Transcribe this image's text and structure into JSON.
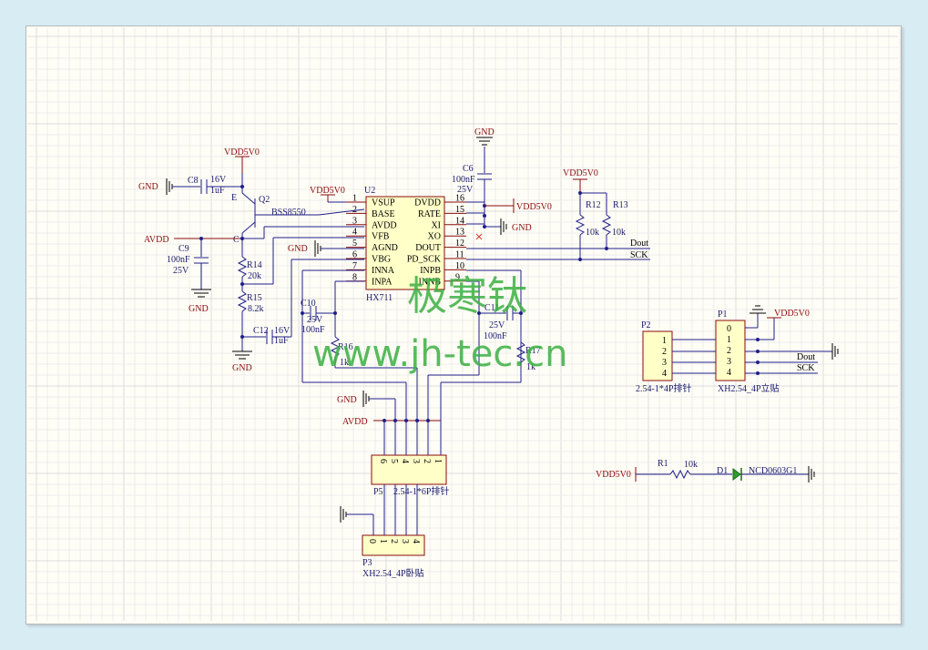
{
  "power": {
    "vdd": "VDD5V0",
    "gnd": "GND",
    "avdd": "AVDD"
  },
  "parts": {
    "c8": {
      "ref": "C8",
      "v": "16V",
      "val": "1uF"
    },
    "q2": {
      "ref": "Q2",
      "type": "BSS8550",
      "e": "E",
      "c": "C"
    },
    "c9": {
      "ref": "C9",
      "val": "100nF",
      "v": "25V"
    },
    "r14": {
      "ref": "R14",
      "val": "20k"
    },
    "r15": {
      "ref": "R15",
      "val": "8.2k"
    },
    "c12": {
      "ref": "C12",
      "v": "16V",
      "val": "1uF"
    },
    "c6": {
      "ref": "C6",
      "val": "100nF",
      "v": "25V"
    },
    "c10": {
      "ref": "C10",
      "v": "25V",
      "val": "100nF"
    },
    "c11": {
      "ref": "C11",
      "v": "25V",
      "val": "100nF"
    },
    "r16": {
      "ref": "R16",
      "val": "1k"
    },
    "r17": {
      "ref": "R17",
      "val": "1k"
    },
    "r12": {
      "ref": "R12",
      "val": "10k"
    },
    "r13": {
      "ref": "R13",
      "val": "10k"
    },
    "r1": {
      "ref": "R1",
      "val": "10k"
    },
    "d1": {
      "ref": "D1",
      "val": "NCD0603G1"
    }
  },
  "u2": {
    "ref": "U2",
    "name": "HX711",
    "left": [
      {
        "num": "1",
        "pin": "VSUP"
      },
      {
        "num": "2",
        "pin": "BASE"
      },
      {
        "num": "3",
        "pin": "AVDD"
      },
      {
        "num": "4",
        "pin": "VFB"
      },
      {
        "num": "5",
        "pin": "AGND"
      },
      {
        "num": "6",
        "pin": "VBG"
      },
      {
        "num": "7",
        "pin": "INNA"
      },
      {
        "num": "8",
        "pin": "INPA"
      }
    ],
    "right": [
      {
        "num": "16",
        "pin": "DVDD"
      },
      {
        "num": "15",
        "pin": "RATE"
      },
      {
        "num": "14",
        "pin": "XI"
      },
      {
        "num": "13",
        "pin": "XO"
      },
      {
        "num": "12",
        "pin": "DOUT"
      },
      {
        "num": "11",
        "pin": "PD_SCK"
      },
      {
        "num": "10",
        "pin": "INPB"
      },
      {
        "num": "9",
        "pin": "INNB"
      }
    ]
  },
  "nets": {
    "dout": "Dout",
    "sck": "SCK"
  },
  "p2": {
    "ref": "P2",
    "label": "2.54-1*4P排针",
    "pins": [
      "1",
      "2",
      "3",
      "4"
    ]
  },
  "p1": {
    "ref": "P1",
    "label": "XH2.54_4P立贴",
    "pins": [
      "0",
      "1",
      "2",
      "3",
      "4"
    ]
  },
  "p5": {
    "ref": "P5",
    "label": "2.54-1*6P排针",
    "pins": [
      "6",
      "5",
      "4",
      "3",
      "2",
      "1"
    ]
  },
  "p3": {
    "ref": "P3",
    "label": "XH2.54_4P卧贴",
    "pins": [
      "0",
      "1",
      "2",
      "3",
      "4"
    ]
  },
  "watermark": {
    "cn": "极寒钛",
    "url": "www.jh-tec.cn"
  }
}
